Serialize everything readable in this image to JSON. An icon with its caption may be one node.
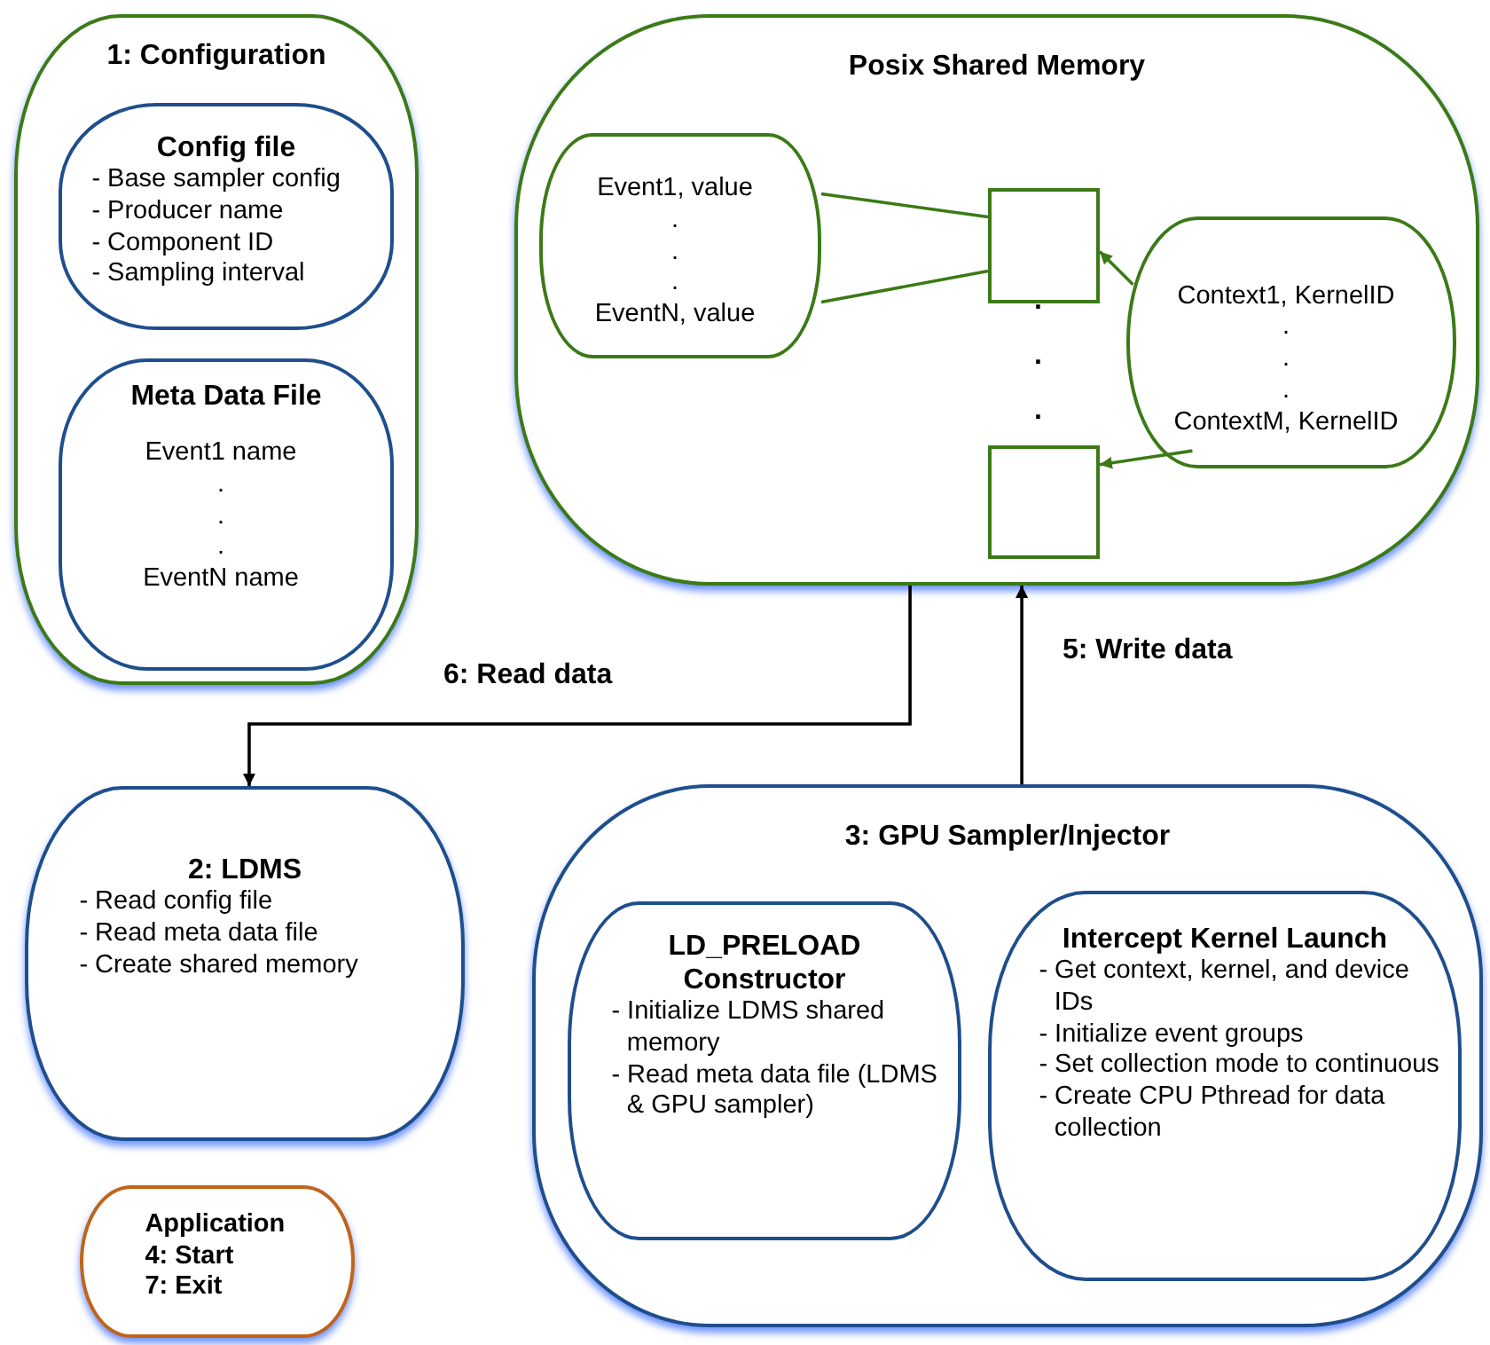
{
  "diagram": {
    "nodes": [
      {
        "text": [
          "1: Configuration"
        ]
      },
      {
        "text": [
          "Config file",
          "- Base sampler config",
          "- Producer name",
          "- Component ID",
          "- Sampling interval"
        ],
        "in": 0
      },
      {
        "text": [
          "Meta Data File",
          "Event1 name",
          ".",
          ".",
          ".",
          "EventN name"
        ],
        "in": 0
      },
      {
        "text": [
          "Posix Shared Memory"
        ]
      },
      {
        "text": [
          "Event1, value",
          ".",
          ".",
          ".",
          "EventN, value"
        ],
        "in": 3
      },
      {
        "text": [],
        "shape": "box",
        "in": 3
      },
      {
        "text": [],
        "shape": "box",
        "in": 3
      },
      {
        "text": [
          "Context1, KernelID",
          ".",
          ".",
          ".",
          "ContextM, KernelID"
        ],
        "in": 3
      },
      {
        "text": [
          "2: LDMS",
          "- Read config file",
          "- Read meta data file",
          "- Create shared memory"
        ]
      },
      {
        "text": [
          "3: GPU Sampler/Injector"
        ]
      },
      {
        "text": [
          "LD_PRELOAD Constructor",
          "- Initialize LDMS shared memory",
          "- Read meta data file (LDMS & GPU sampler)"
        ],
        "in": 9
      },
      {
        "text": [
          "Intercept Kernel Launch",
          "- Get context, kernel, and device IDs",
          "- Initialize event groups",
          "- Set collection mode to continuous",
          "- Create CPU Pthread for data collection"
        ],
        "in": 9
      },
      {
        "text": [
          "Application",
          "4: Start",
          "7: Exit"
        ]
      }
    ],
    "edges": [
      {
        "from": 4,
        "to": 5,
        "arrow": "none"
      },
      {
        "from": 4,
        "to": 5,
        "arrow": "none"
      },
      {
        "from": 7,
        "to": 5,
        "arrow": "to"
      },
      {
        "from": 7,
        "to": 6,
        "arrow": "to"
      },
      {
        "from": 3,
        "to": 8,
        "arrow": "to",
        "label": "6: Read data",
        "color": "#000000"
      },
      {
        "from": 9,
        "to": 3,
        "arrow": "to",
        "label": "5: Write data",
        "color": "#000000"
      }
    ],
    "labels": [
      ".",
      ".",
      "."
    ]
  }
}
